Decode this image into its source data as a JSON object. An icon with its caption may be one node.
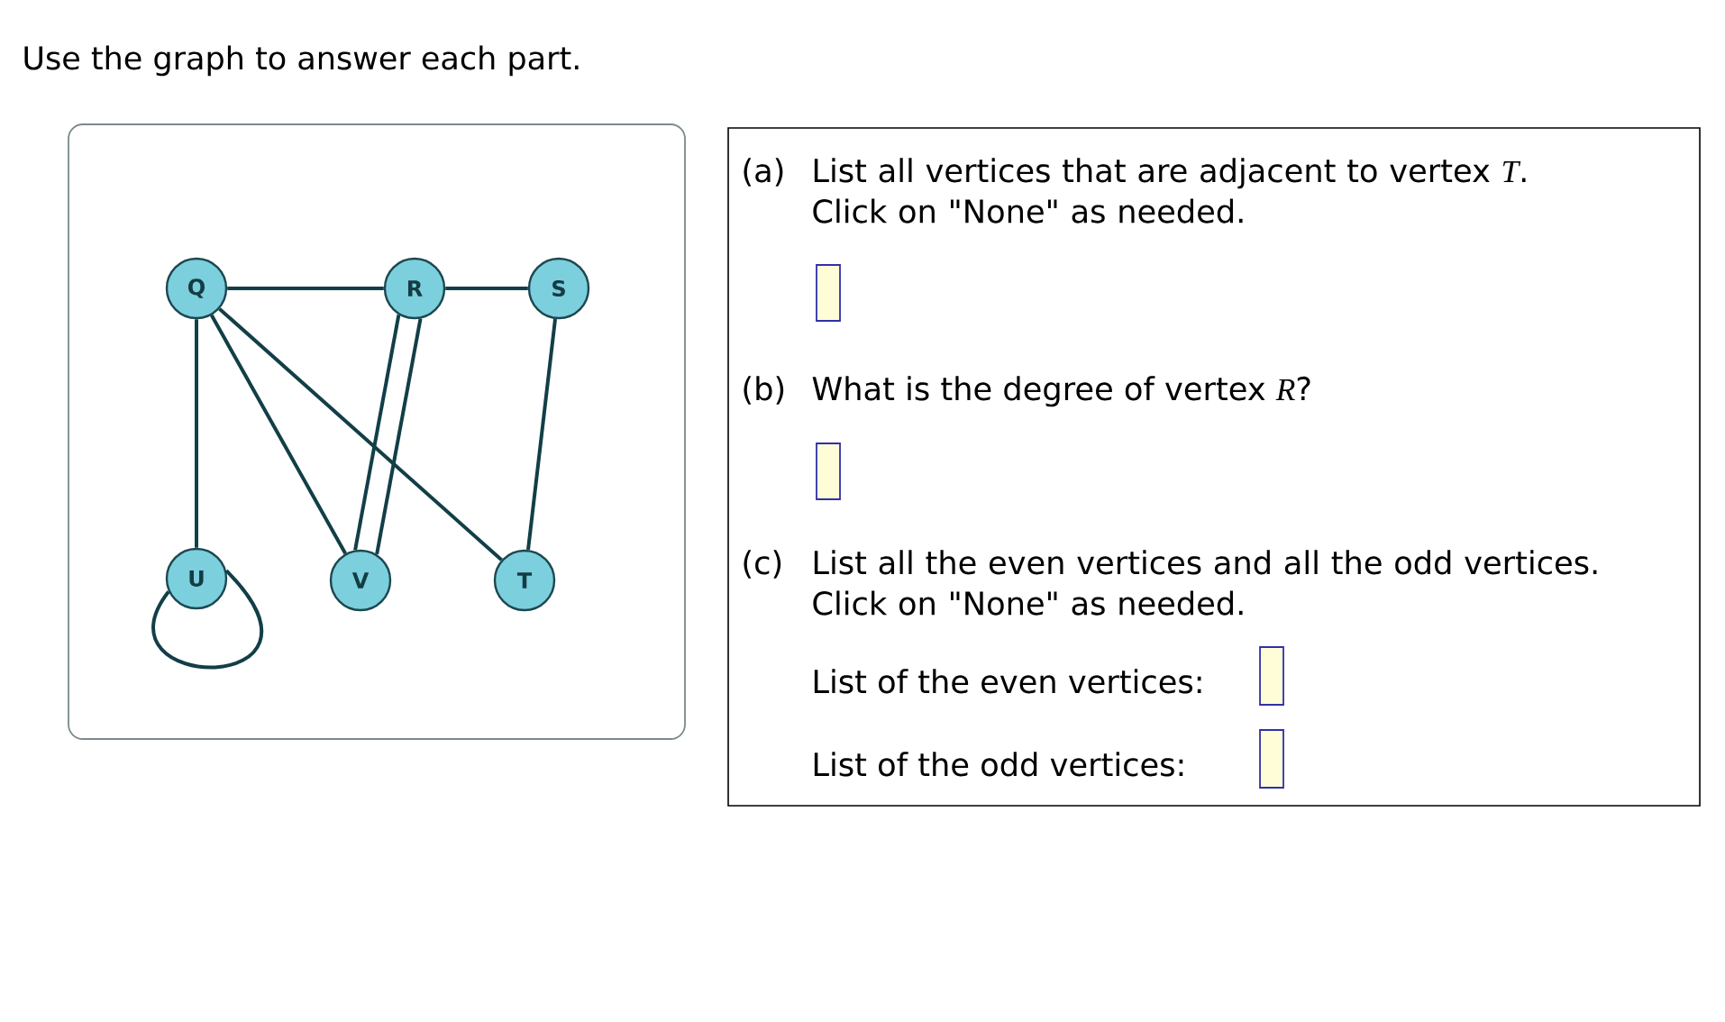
{
  "diagram": {
    "title": "Use the graph to answer each part.",
    "nodes": [
      {
        "text": [],
        "shape": "box"
      },
      {
        "text": [
          "Q"
        ],
        "in": 0
      },
      {
        "text": [
          "R"
        ],
        "in": 0
      },
      {
        "text": [
          "S"
        ],
        "in": 0
      },
      {
        "text": [
          "U"
        ],
        "in": 0
      },
      {
        "text": [
          "V"
        ],
        "in": 0
      },
      {
        "text": [
          "T"
        ],
        "in": 0
      },
      {
        "text": [
          "(a)",
          "List all vertices that are adjacent to vertex *T*. Click on \"None\" as needed.",
          "(b)",
          "What is the degree of vertex *R*?",
          "(c)",
          "List all the even vertices and all the odd vertices. Click on \"None\" as needed.",
          "List of the even vertices:",
          "List of the odd vertices:"
        ]
      }
    ],
    "edges": [
      {
        "from": 1,
        "to": 2,
        "arrow": "none"
      },
      {
        "from": 2,
        "to": 3,
        "arrow": "none"
      },
      {
        "from": 1,
        "to": 4,
        "arrow": "none"
      },
      {
        "from": 1,
        "to": 5,
        "arrow": "none"
      },
      {
        "from": 1,
        "to": 6,
        "arrow": "none"
      },
      {
        "from": 2,
        "to": 5,
        "arrow": "none"
      },
      {
        "from": 2,
        "to": 5,
        "arrow": "none"
      },
      {
        "from": 3,
        "to": 6,
        "arrow": "none"
      },
      {
        "from": 4,
        "to": 4,
        "arrow": "none"
      }
    ]
  }
}
